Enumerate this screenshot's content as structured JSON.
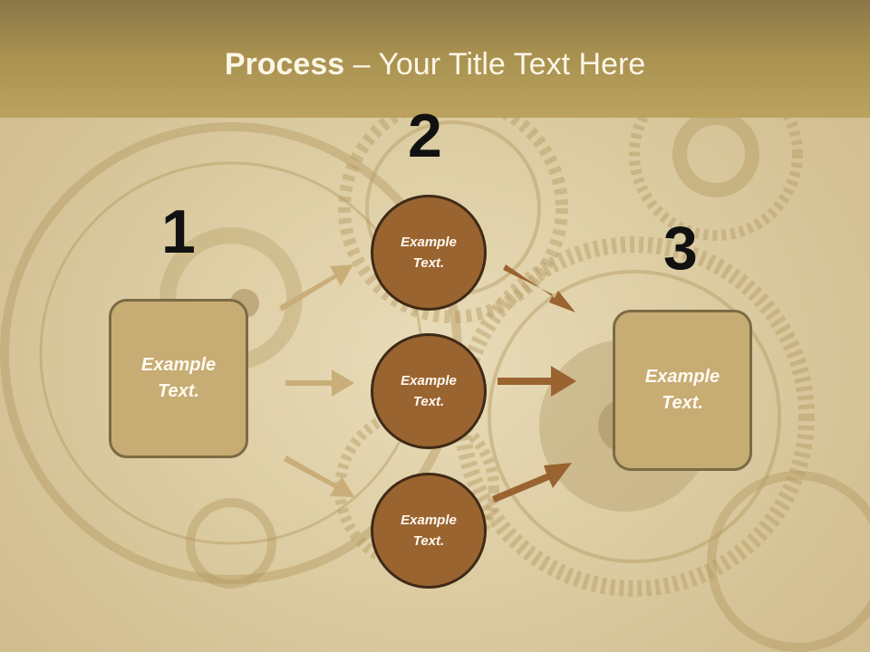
{
  "title": {
    "bold": "Process",
    "rest": " – Your Title Text Here"
  },
  "step_numbers": [
    "1",
    "2",
    "3"
  ],
  "left_box": {
    "line1": "Example",
    "line2": "Text."
  },
  "circles": [
    {
      "line1": "Example",
      "line2": "Text."
    },
    {
      "line1": "Example",
      "line2": "Text."
    },
    {
      "line1": "Example",
      "line2": "Text."
    }
  ],
  "right_box": {
    "line1": "Example",
    "line2": "Text."
  },
  "colors": {
    "box_fill": "#c7ac74",
    "circle_fill": "#9a6431",
    "light_arrow": "#c9ae7a",
    "dark_arrow": "#9a6431"
  }
}
